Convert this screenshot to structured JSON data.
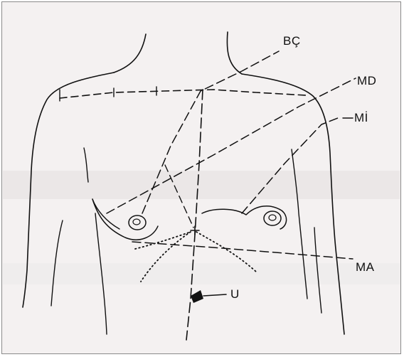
{
  "labels": {
    "bc": "BÇ",
    "md": "MD",
    "mi": "Mİ",
    "ma": "MA",
    "u": "U"
  },
  "colors": {
    "ink": "#111111",
    "paper": "#f4f1f1",
    "border": "#8a8a8a"
  }
}
